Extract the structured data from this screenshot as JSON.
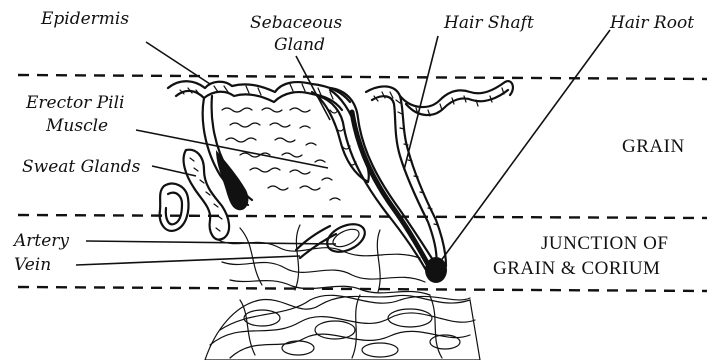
{
  "diagram": {
    "labels": {
      "epidermis": "Epidermis",
      "sebaceous_line1": "Sebaceous",
      "sebaceous_line2": "Gland",
      "hair_shaft": "Hair Shaft",
      "hair_root": "Hair Root",
      "erector_line1": "Erector Pili",
      "erector_line2": "Muscle",
      "sweat_glands": "Sweat Glands",
      "artery": "Artery",
      "vein": "Vein"
    },
    "zones": {
      "grain": "GRAIN",
      "junction_line1": "JUNCTION OF",
      "junction_line2": "GRAIN & CORIUM"
    }
  }
}
